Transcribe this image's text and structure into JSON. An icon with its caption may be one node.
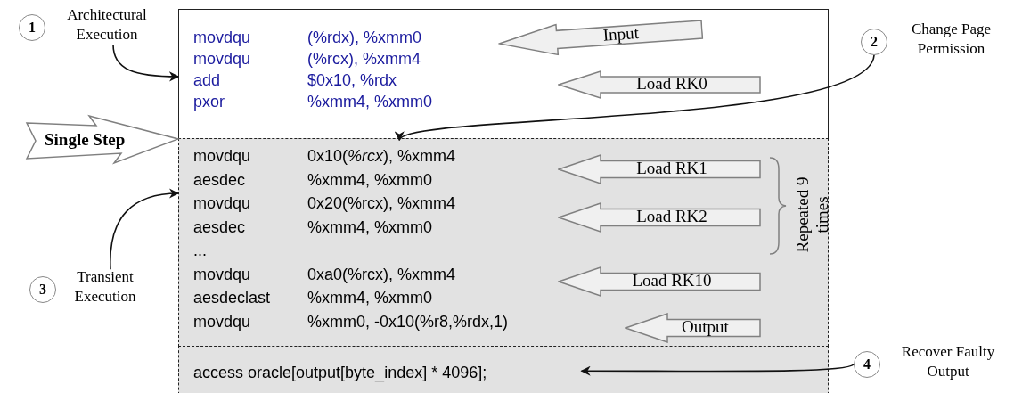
{
  "diagram": {
    "nodes": [
      {
        "text": [
          "movdqu (%rdx), %xmm0",
          "movdqu (%rcx), %xmm4",
          "add $0x10, %rdx",
          "pxor %xmm4, %xmm0"
        ]
      },
      {
        "text": [
          "movdqu 0x10(*%rcx*), %xmm4",
          "aesdec %xmm4, %xmm0",
          "movdqu 0x20(%rcx), %xmm4",
          "aesdec %xmm4, %xmm0",
          "...",
          "movdqu 0xa0(%rcx), %xmm4",
          "aesdeclast %xmm4, %xmm0",
          "movdqu %xmm0, -0x10(%r8,%rdx,1)"
        ]
      },
      {
        "text": [
          "access oracle[output[byte_index] * 4096];"
        ]
      },
      {
        "text": [
          "Input"
        ],
        "in": 0
      },
      {
        "text": [
          "Load RK0"
        ],
        "in": 0
      },
      {
        "text": [
          "Load RK1"
        ],
        "in": 1
      },
      {
        "text": [
          "Load RK2"
        ],
        "in": 1
      },
      {
        "text": [
          "Load RK10"
        ],
        "in": 1
      },
      {
        "text": [
          "Output"
        ],
        "in": 1
      },
      {
        "text": [
          "Single Step"
        ]
      },
      {
        "text": [
          "1"
        ],
        "beside": [
          "Architectural Execution"
        ]
      },
      {
        "text": [
          "2"
        ],
        "beside": [
          "Change Page Permission"
        ]
      },
      {
        "text": [
          "3"
        ],
        "beside": [
          "Transient Execution"
        ]
      },
      {
        "text": [
          "4"
        ],
        "beside": [
          "Recover Faulty Output"
        ]
      }
    ],
    "edges": [
      {
        "from": 10,
        "to": 0,
        "arrow": "to"
      },
      {
        "from": 11,
        "to": 1,
        "arrow": "to"
      },
      {
        "from": 12,
        "to": 1,
        "arrow": "to"
      },
      {
        "from": 13,
        "to": 2,
        "arrow": "to"
      }
    ],
    "labels": [
      "Repeated 9 times"
    ]
  }
}
